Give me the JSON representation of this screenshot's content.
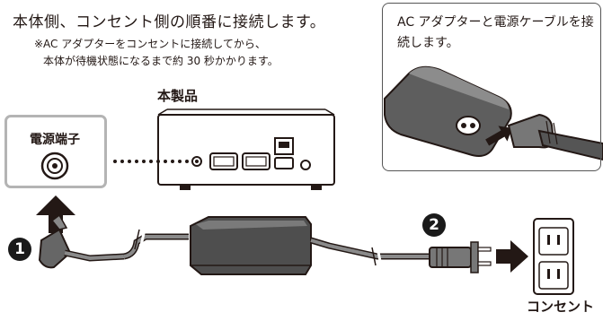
{
  "instructions": {
    "heading": "本体側、コンセント側の順番に接続します。",
    "note_line1": "※AC アダプターをコンセントに接続してから、",
    "note_line2": "本体が待機状態になるまで約 30 秒かかります。"
  },
  "inset": {
    "text": "AC アダプターと電源ケーブルを接続します。"
  },
  "labels": {
    "product": "本製品",
    "power_terminal": "電源端子",
    "outlet": "コンセント"
  },
  "steps": [
    {
      "number": "1"
    },
    {
      "number": "2"
    }
  ],
  "colors": {
    "ink": "#231815",
    "device_gray": "#5a5a5a",
    "frame_gray": "#b4b4b4",
    "badge": "#1a1a1a"
  }
}
